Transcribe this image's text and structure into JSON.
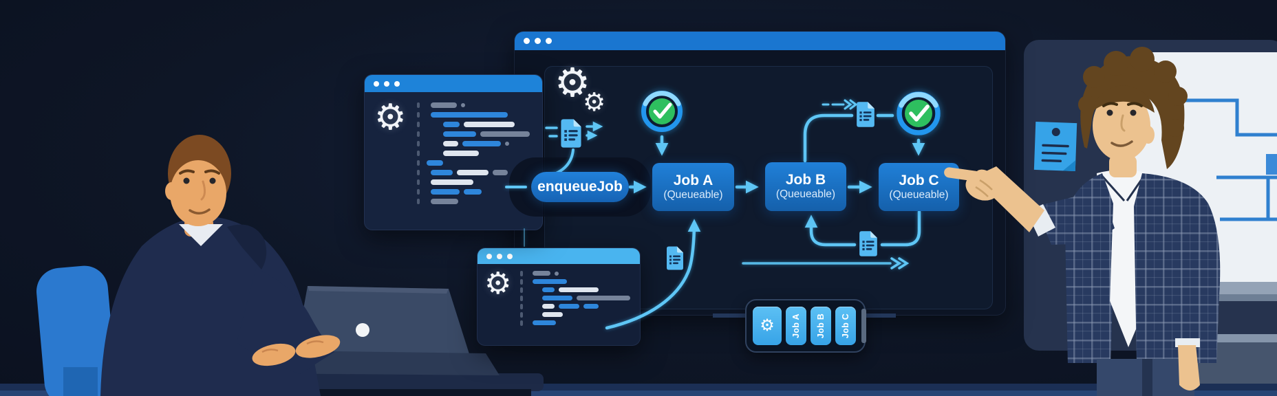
{
  "scene": {
    "description": "Illustrated diagram of chained Queueable jobs: a developer at a laptop, code windows feeding an enqueueJob call that flows through Job A, Job B and Job C, a job queue tray, and a presenter pointing at the flow beside a whiteboard"
  },
  "colors": {
    "accent_blue": "#1a76d0",
    "light_blue_connector": "#5ec6f5",
    "success_green": "#2fbf5f",
    "editor_titlebar": "#1e83d9",
    "editor2_titlebar": "#49b4ef",
    "queue_tile_blue": "#4cb5ef",
    "background_navy": "#0e1626"
  },
  "icons": {
    "gear": "⚙"
  },
  "flow": {
    "pill_label": "enqueueJob",
    "jobs": [
      {
        "title": "Job A",
        "subtitle": "(Queueable)"
      },
      {
        "title": "Job B",
        "subtitle": "(Queueable)"
      },
      {
        "title": "Job C",
        "subtitle": "(Queueable)"
      }
    ]
  },
  "queue": {
    "labels": [
      "Job A",
      "Job B",
      "Job C"
    ]
  },
  "editors": [
    {
      "lines": [
        {
          "ind": 6,
          "seg": [
            [
              "gray",
              38
            ],
            [
              "dot",
              0
            ]
          ]
        },
        {
          "ind": 6,
          "seg": [
            [
              "blue",
              112
            ]
          ]
        },
        {
          "ind": 24,
          "seg": [
            [
              "blue",
              24
            ],
            [
              "white",
              74
            ]
          ]
        },
        {
          "ind": 24,
          "seg": [
            [
              "blue",
              48
            ],
            [
              "gray",
              72
            ]
          ]
        },
        {
          "ind": 24,
          "seg": [
            [
              "white",
              22
            ],
            [
              "blue",
              56
            ],
            [
              "dot",
              0
            ]
          ]
        },
        {
          "ind": 24,
          "seg": [
            [
              "white",
              52
            ]
          ]
        },
        {
          "ind": 0,
          "seg": [
            [
              "blue",
              24
            ]
          ]
        },
        {
          "ind": 6,
          "seg": [
            [
              "blue",
              32
            ],
            [
              "white",
              46
            ],
            [
              "gray",
              22
            ]
          ]
        },
        {
          "ind": 6,
          "seg": [
            [
              "white",
              62
            ]
          ]
        },
        {
          "ind": 6,
          "seg": [
            [
              "blue",
              42
            ],
            [
              "blue",
              26
            ]
          ]
        },
        {
          "ind": 6,
          "seg": [
            [
              "gray",
              40
            ]
          ]
        }
      ]
    },
    {
      "lines": [
        {
          "ind": 4,
          "seg": [
            [
              "gray",
              26
            ],
            [
              "dot",
              0
            ]
          ]
        },
        {
          "ind": 4,
          "seg": [
            [
              "blue",
              50
            ]
          ]
        },
        {
          "ind": 18,
          "seg": [
            [
              "blue",
              18
            ],
            [
              "white",
              58
            ]
          ]
        },
        {
          "ind": 18,
          "seg": [
            [
              "blue",
              44
            ],
            [
              "gray",
              78
            ]
          ]
        },
        {
          "ind": 18,
          "seg": [
            [
              "white",
              18
            ],
            [
              "blue",
              30
            ],
            [
              "blue",
              22
            ]
          ]
        },
        {
          "ind": 18,
          "seg": [
            [
              "white",
              30
            ]
          ]
        },
        {
          "ind": 4,
          "seg": [
            [
              "blue",
              34
            ]
          ]
        }
      ]
    }
  ]
}
